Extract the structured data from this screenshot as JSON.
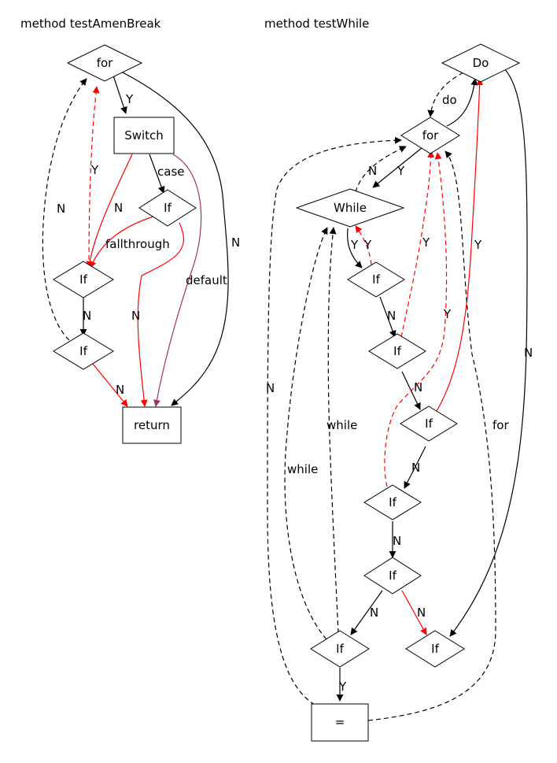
{
  "titles": {
    "left": "method testAmenBreak",
    "right": "method testWhile"
  },
  "colors": {
    "normal": "#000000",
    "highlight": "#ff0000",
    "default_branch": "#a0306a"
  },
  "graphs": [
    {
      "name": "testAmenBreak",
      "nodes": [
        {
          "id": "for",
          "label": "for",
          "shape": "diamond"
        },
        {
          "id": "switch",
          "label": "Switch",
          "shape": "box"
        },
        {
          "id": "if_case",
          "label": "If",
          "shape": "diamond"
        },
        {
          "id": "if_a",
          "label": "If",
          "shape": "diamond"
        },
        {
          "id": "if_b",
          "label": "If",
          "shape": "diamond"
        },
        {
          "id": "return",
          "label": "return",
          "shape": "box"
        }
      ],
      "edges": [
        {
          "id": "for-switch",
          "from": "for",
          "to": "switch",
          "label": "Y",
          "color": "normal",
          "style": "solid"
        },
        {
          "id": "for-return",
          "from": "for",
          "to": "return",
          "label": "N",
          "color": "normal",
          "style": "solid"
        },
        {
          "id": "switch-ifcase",
          "from": "switch",
          "to": "if_case",
          "label": "case",
          "color": "normal",
          "style": "solid"
        },
        {
          "id": "switch-ifa",
          "from": "switch",
          "to": "if_a",
          "label": "N",
          "color": "highlight",
          "style": "solid"
        },
        {
          "id": "switch-return",
          "from": "switch",
          "to": "return",
          "label": "default",
          "color": "default_branch",
          "style": "solid"
        },
        {
          "id": "ifcase-ifa",
          "from": "if_case",
          "to": "if_a",
          "label": "fallthrough",
          "color": "highlight",
          "style": "solid"
        },
        {
          "id": "ifcase-return",
          "from": "if_case",
          "to": "return",
          "label": "N",
          "color": "highlight",
          "style": "solid"
        },
        {
          "id": "ifa-for",
          "from": "if_a",
          "to": "for",
          "label": "Y",
          "color": "highlight",
          "style": "dashed"
        },
        {
          "id": "ifa-ifb",
          "from": "if_a",
          "to": "if_b",
          "label": "N",
          "color": "normal",
          "style": "solid"
        },
        {
          "id": "ifb-for",
          "from": "if_b",
          "to": "for",
          "label": "N",
          "color": "normal",
          "style": "dashed"
        },
        {
          "id": "ifb-return",
          "from": "if_b",
          "to": "return",
          "label": "N",
          "color": "highlight",
          "style": "solid"
        }
      ]
    },
    {
      "name": "testWhile",
      "nodes": [
        {
          "id": "do",
          "label": "Do",
          "shape": "diamond"
        },
        {
          "id": "for",
          "label": "for",
          "shape": "diamond"
        },
        {
          "id": "while",
          "label": "While",
          "shape": "diamond"
        },
        {
          "id": "if1",
          "label": "If",
          "shape": "diamond"
        },
        {
          "id": "if2",
          "label": "If",
          "shape": "diamond"
        },
        {
          "id": "if3",
          "label": "If",
          "shape": "diamond"
        },
        {
          "id": "if4",
          "label": "If",
          "shape": "diamond"
        },
        {
          "id": "if5",
          "label": "If",
          "shape": "diamond"
        },
        {
          "id": "if6",
          "label": "If",
          "shape": "diamond"
        },
        {
          "id": "if7",
          "label": "If",
          "shape": "diamond"
        },
        {
          "id": "assign",
          "label": "=",
          "shape": "box"
        }
      ],
      "edges": [
        {
          "id": "do-for",
          "from": "do",
          "to": "for",
          "label": "do",
          "color": "normal",
          "style": "dashed"
        },
        {
          "id": "for-do",
          "from": "for",
          "to": "do",
          "label": "",
          "color": "normal",
          "style": "solid"
        },
        {
          "id": "do-if7",
          "from": "do",
          "to": "if7",
          "label": "N",
          "color": "normal",
          "style": "solid"
        },
        {
          "id": "for-while",
          "from": "for",
          "to": "while",
          "label": "Y",
          "color": "normal",
          "style": "solid"
        },
        {
          "id": "while-for",
          "from": "while",
          "to": "for",
          "label": "N",
          "color": "normal",
          "style": "dashed"
        },
        {
          "id": "while-if1",
          "from": "while",
          "to": "if1",
          "label": "Y",
          "color": "normal",
          "style": "solid"
        },
        {
          "id": "if1-while",
          "from": "if1",
          "to": "while",
          "label": "Y",
          "color": "highlight",
          "style": "dashed"
        },
        {
          "id": "if1-if2",
          "from": "if1",
          "to": "if2",
          "label": "N",
          "color": "normal",
          "style": "solid"
        },
        {
          "id": "if2-for",
          "from": "if2",
          "to": "for",
          "label": "Y",
          "color": "highlight",
          "style": "dashed"
        },
        {
          "id": "if2-if3",
          "from": "if2",
          "to": "if3",
          "label": "N",
          "color": "normal",
          "style": "solid"
        },
        {
          "id": "if3-do",
          "from": "if3",
          "to": "do",
          "label": "Y",
          "color": "highlight",
          "style": "solid"
        },
        {
          "id": "if3-if4",
          "from": "if3",
          "to": "if4",
          "label": "N",
          "color": "normal",
          "style": "solid"
        },
        {
          "id": "if4-for",
          "from": "if4",
          "to": "for",
          "label": "Y",
          "color": "highlight",
          "style": "dashed"
        },
        {
          "id": "if4-if5",
          "from": "if4",
          "to": "if5",
          "label": "N",
          "color": "normal",
          "style": "solid"
        },
        {
          "id": "if5-if6",
          "from": "if5",
          "to": "if6",
          "label": "N",
          "color": "normal",
          "style": "solid"
        },
        {
          "id": "if5-if7",
          "from": "if5",
          "to": "if7",
          "label": "N",
          "color": "highlight",
          "style": "solid"
        },
        {
          "id": "if6-while-a",
          "from": "if6",
          "to": "while",
          "label": "while",
          "color": "normal",
          "style": "dashed"
        },
        {
          "id": "if6-while-b",
          "from": "if6",
          "to": "while",
          "label": "while",
          "color": "normal",
          "style": "dashed"
        },
        {
          "id": "if6-assign",
          "from": "if6",
          "to": "assign",
          "label": "Y",
          "color": "normal",
          "style": "solid"
        },
        {
          "id": "assign-for-n",
          "from": "assign",
          "to": "for",
          "label": "N",
          "color": "normal",
          "style": "dashed"
        },
        {
          "id": "assign-for",
          "from": "assign",
          "to": "for",
          "label": "for",
          "color": "normal",
          "style": "dashed"
        }
      ]
    }
  ]
}
